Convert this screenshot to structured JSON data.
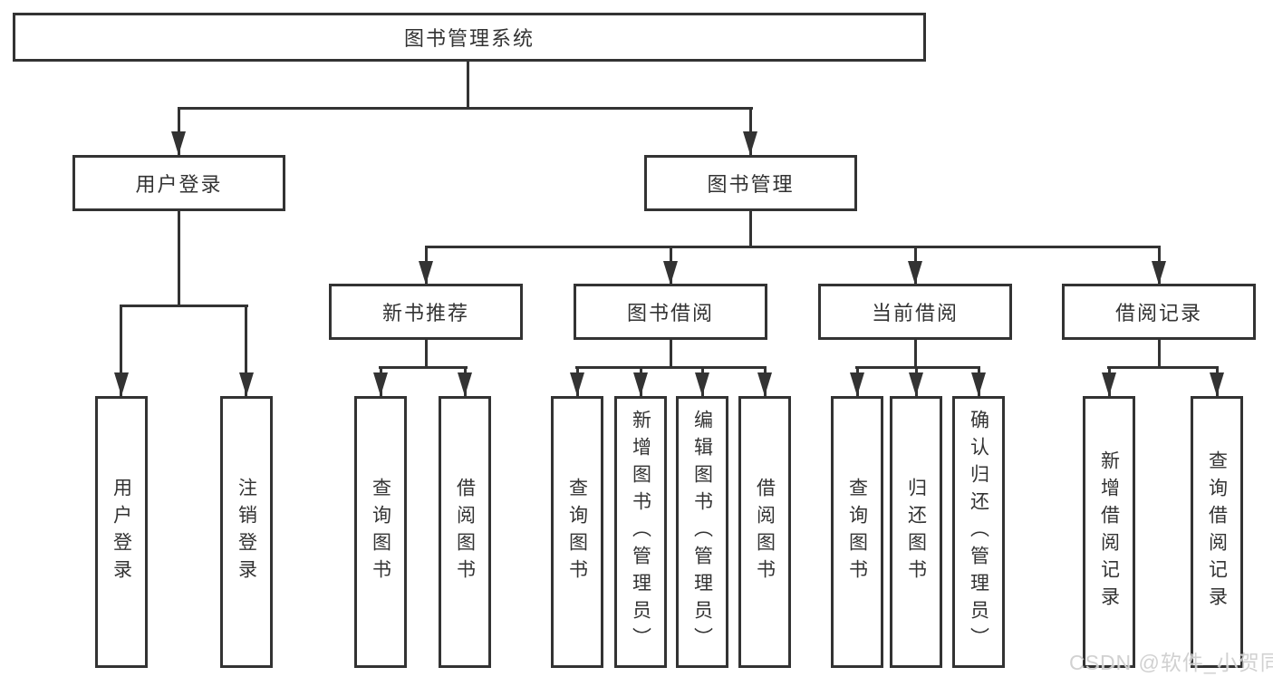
{
  "tree": {
    "root": {
      "label": "图书管理系统"
    },
    "branches": [
      {
        "label": "用户登录",
        "children": [
          {
            "label": "用户登录"
          },
          {
            "label": "注销登录"
          }
        ]
      },
      {
        "label": "图书管理",
        "groups": [
          {
            "label": "新书推荐",
            "children": [
              {
                "label": "查询图书"
              },
              {
                "label": "借阅图书"
              }
            ]
          },
          {
            "label": "图书借阅",
            "children": [
              {
                "label": "查询图书"
              },
              {
                "label": "新增图书（管理员）"
              },
              {
                "label": "编辑图书（管理员）"
              },
              {
                "label": "借阅图书"
              }
            ]
          },
          {
            "label": "当前借阅",
            "children": [
              {
                "label": "查询图书"
              },
              {
                "label": "归还图书"
              },
              {
                "label": "确认归还（管理员）"
              }
            ]
          },
          {
            "label": "借阅记录",
            "children": [
              {
                "label": "新增借阅记录"
              },
              {
                "label": "查询借阅记录"
              }
            ]
          }
        ]
      }
    ]
  },
  "watermark": "CSDN @软件_小贺同学",
  "colors": {
    "line": "#333333",
    "text": "#333333",
    "background": "#ffffff",
    "watermark": "#cdcdcd"
  }
}
